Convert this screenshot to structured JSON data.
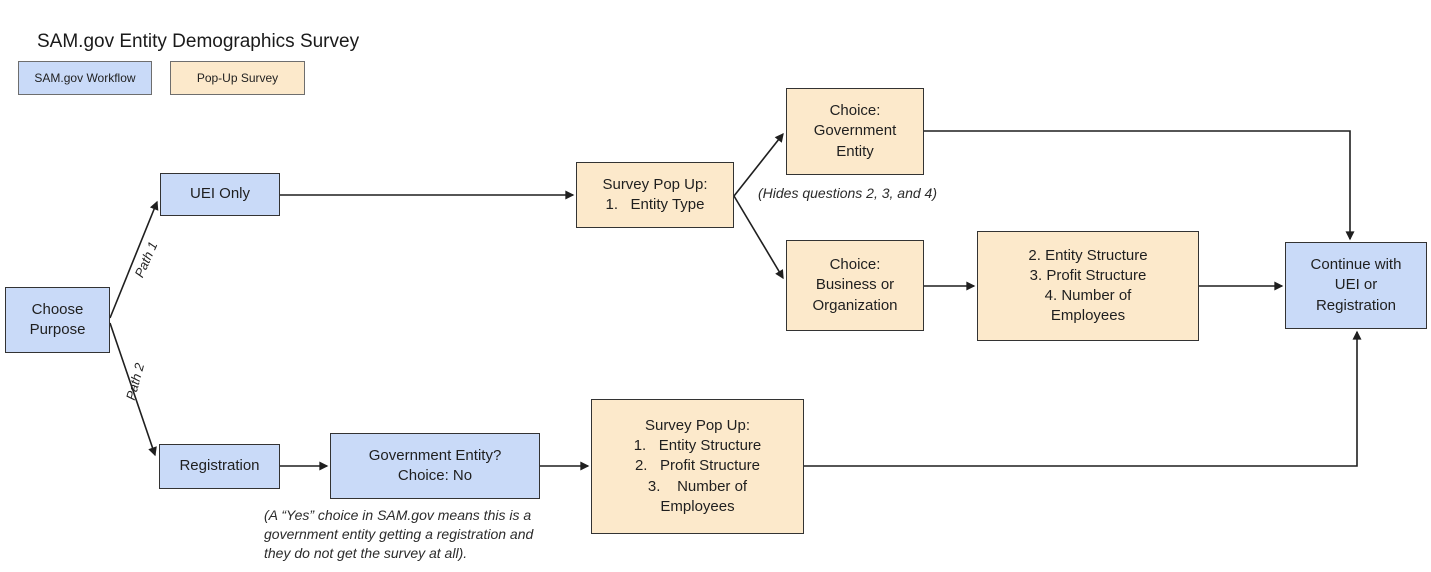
{
  "title": "SAM.gov Entity Demographics Survey",
  "colors": {
    "workflow_fill": "#c9daf8",
    "survey_fill": "#fce9cb",
    "node_border": "#333333",
    "legend_border": "#6e6e6e",
    "arrow": "#1f1f1f",
    "text": "#1f1f1f"
  },
  "legend": {
    "workflow_label": "SAM.gov Workflow",
    "survey_label": "Pop-Up Survey"
  },
  "nodes": {
    "choose_purpose": {
      "lines": [
        "Choose",
        "Purpose"
      ]
    },
    "uei_only": {
      "lines": [
        "UEI Only"
      ]
    },
    "registration": {
      "lines": [
        "Registration"
      ]
    },
    "gov_entity_question": {
      "lines": [
        "Government Entity?",
        "Choice: No"
      ]
    },
    "survey_popup_1": {
      "lines": [
        "Survey Pop Up:",
        "1.   Entity Type"
      ]
    },
    "choice_government_entity": {
      "lines": [
        "Choice:",
        "Government",
        "Entity"
      ]
    },
    "choice_business_org": {
      "lines": [
        "Choice:",
        "Business or",
        "Organization"
      ]
    },
    "survey_questions_234": {
      "lines": [
        "2. Entity Structure",
        "3. Profit Structure",
        "4. Number of",
        "Employees"
      ]
    },
    "survey_popup_2": {
      "lines": [
        "Survey Pop Up:",
        "1.   Entity Structure",
        "2.   Profit Structure",
        "3.    Number of",
        "Employees"
      ]
    },
    "continue_box": {
      "lines": [
        "Continue with",
        "UEI or",
        "Registration"
      ]
    }
  },
  "edge_labels": {
    "path1": "Path 1",
    "path2": "Path 2"
  },
  "annotations": {
    "hides_questions": "(Hides questions 2, 3, and 4)",
    "yes_note_lines": [
      "(A “Yes” choice in SAM.gov means this is a",
      "government entity getting a registration and",
      "they do not get the survey at all)."
    ]
  }
}
